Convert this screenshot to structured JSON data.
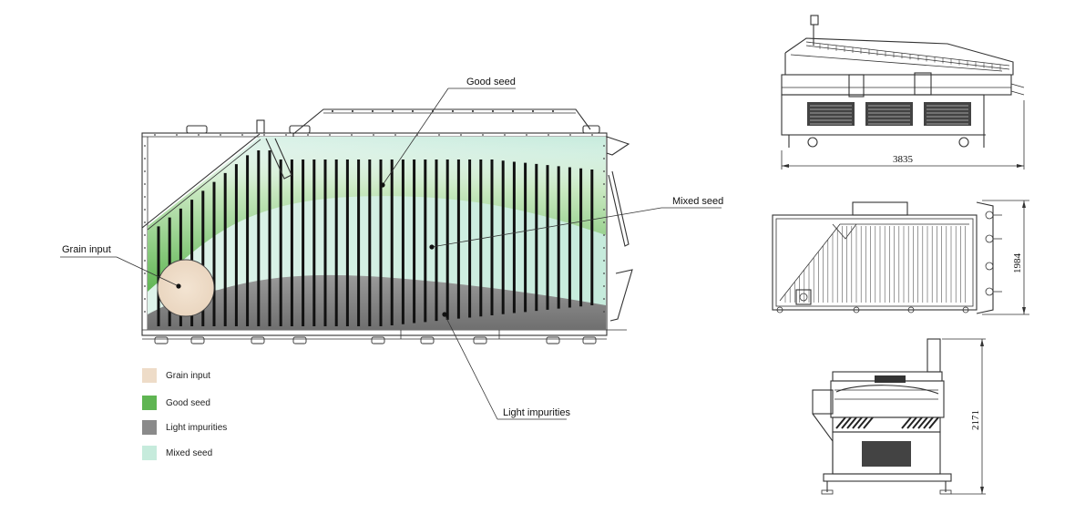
{
  "callouts": {
    "good_seed": "Good seed",
    "mixed_seed": "Mixed seed",
    "grain_input": "Grain input",
    "light_impurities": "Light impurities"
  },
  "legend": [
    {
      "label": "Grain input",
      "color": "#eedcc8"
    },
    {
      "label": "Good seed",
      "color": "#5fb552"
    },
    {
      "label": "Light impurities",
      "color": "#8a8a8a"
    },
    {
      "label": "Mixed seed",
      "color": "#c6ebdc"
    }
  ],
  "dimensions": {
    "length": "3835",
    "width": "1984",
    "height": "2171"
  },
  "colors": {
    "good_seed": "#5fb552",
    "mixed_seed": "#c6ebdc",
    "light_impurities": "#7f7f7f",
    "grain_input": "#eedcc8",
    "outline": "#333333"
  }
}
